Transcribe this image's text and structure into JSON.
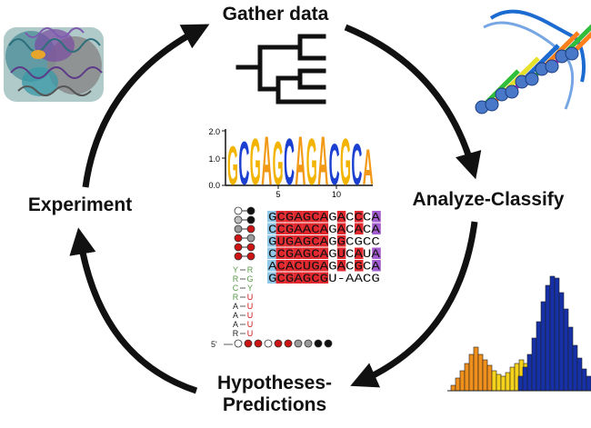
{
  "cycle": {
    "gather": "Gather data",
    "analyze": "Analyze-Classify",
    "experiment": "Experiment",
    "hypotheses_line1": "Hypotheses-",
    "hypotheses_line2": "Predictions"
  },
  "logo": {
    "y_ticks": [
      "2.0",
      "1.0",
      "0.0"
    ],
    "x_ticks": [
      "5",
      "10"
    ],
    "letters": [
      "G",
      "C",
      "G",
      "A",
      "G",
      "C",
      "A",
      "G",
      "A",
      "C",
      "G",
      "C",
      "A"
    ]
  },
  "alignment": {
    "rows": [
      "GCGAGCAGACCCA",
      "CCGAACAGACACA",
      "GUGAGCAGGCGCC",
      "CCGAGCAGUCAUA",
      "ACACUGAGACGCA",
      "GCGAGCGU-AACG"
    ]
  },
  "structure": {
    "left_bases": [
      "Y",
      "R",
      "C",
      "R",
      "A",
      "A",
      "A",
      "R"
    ],
    "right_bases": [
      "R",
      "G",
      "Y",
      "U",
      "U",
      "U",
      "U",
      "U"
    ],
    "five_prime": "5'"
  },
  "colors": {
    "arrow": "#111111",
    "A": "#f29a17",
    "C": "#1b3fd1",
    "G": "#f2b400",
    "U": "#cc1414",
    "align_red": "#e0282e",
    "align_blue": "#8fc8e8",
    "align_purple": "#a35ccf",
    "hist_blue": "#1630a8",
    "hist_yellow": "#f5d21c",
    "hist_orange": "#f0901c"
  },
  "icons": [
    "protein-structure-icon",
    "dna-helix-icon",
    "phylogenetic-tree-icon",
    "histogram-icon"
  ]
}
